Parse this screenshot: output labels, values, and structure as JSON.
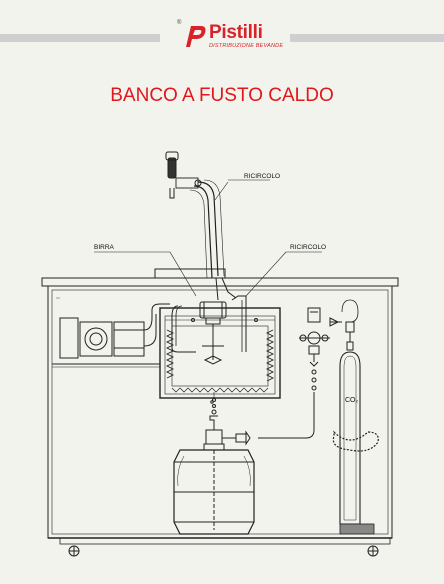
{
  "brand": {
    "name": "Pistilli",
    "tagline": "DISTRIBUZIONE BEVANDE",
    "registered": "®",
    "color": "#d8232a"
  },
  "title": "BANCO A FUSTO CALDO",
  "labels": {
    "ricircolo_top": "RICIRCOLO",
    "birra": "BIRRA",
    "ricircolo_side": "RICIRCOLO",
    "co2": "CO₂"
  }
}
